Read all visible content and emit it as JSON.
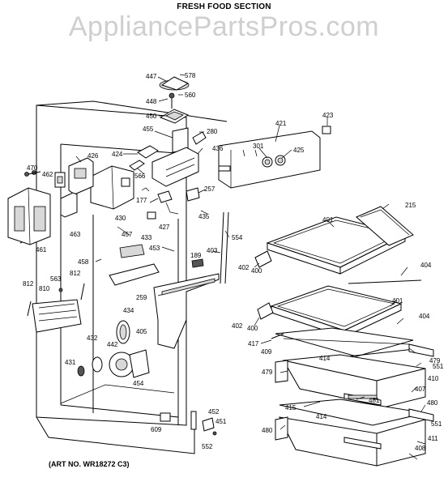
{
  "header": {
    "title": "FRESH FOOD SECTION",
    "watermark": "AppliancePartsPros.com"
  },
  "footer": {
    "art_number": "(ART NO. WR18272 C3)"
  },
  "callouts": {
    "c447": "447",
    "c578": "578",
    "c448": "448",
    "c560": "560",
    "c450": "450",
    "c455": "455",
    "c280": "280",
    "c421": "421",
    "c423": "423",
    "c426": "426",
    "c424": "424",
    "c436": "436",
    "c301": "301",
    "c425": "425",
    "c470": "470",
    "c462": "462",
    "c566": "566",
    "c257": "257",
    "c177": "177",
    "c430": "430",
    "c427": "427",
    "c435": "435",
    "c215": "215",
    "c401a": "401",
    "c463": "463",
    "c457": "457",
    "c433": "433",
    "c554": "554",
    "c461": "461",
    "c453": "453",
    "c403": "403",
    "c189": "189",
    "c402a": "402",
    "c400a": "400",
    "c404a": "404",
    "c458": "458",
    "c812a": "812",
    "c563": "563",
    "c812b": "812",
    "c810": "810",
    "c259": "259",
    "c401b": "401",
    "c434": "434",
    "c402b": "402",
    "c400b": "400",
    "c405": "405",
    "c404b": "404",
    "c417": "417",
    "c409": "409",
    "c432": "432",
    "c442": "442",
    "c414a": "414",
    "c551a": "551",
    "c431": "431",
    "c479a": "479",
    "c479b": "479",
    "c410": "410",
    "c454": "454",
    "c407": "407",
    "c481": "481",
    "c415": "415",
    "c480a": "480",
    "c414b": "414",
    "c452": "452",
    "c451": "451",
    "c609": "609",
    "c551b": "551",
    "c480b": "480",
    "c411": "411",
    "c552": "552",
    "c408": "408"
  }
}
